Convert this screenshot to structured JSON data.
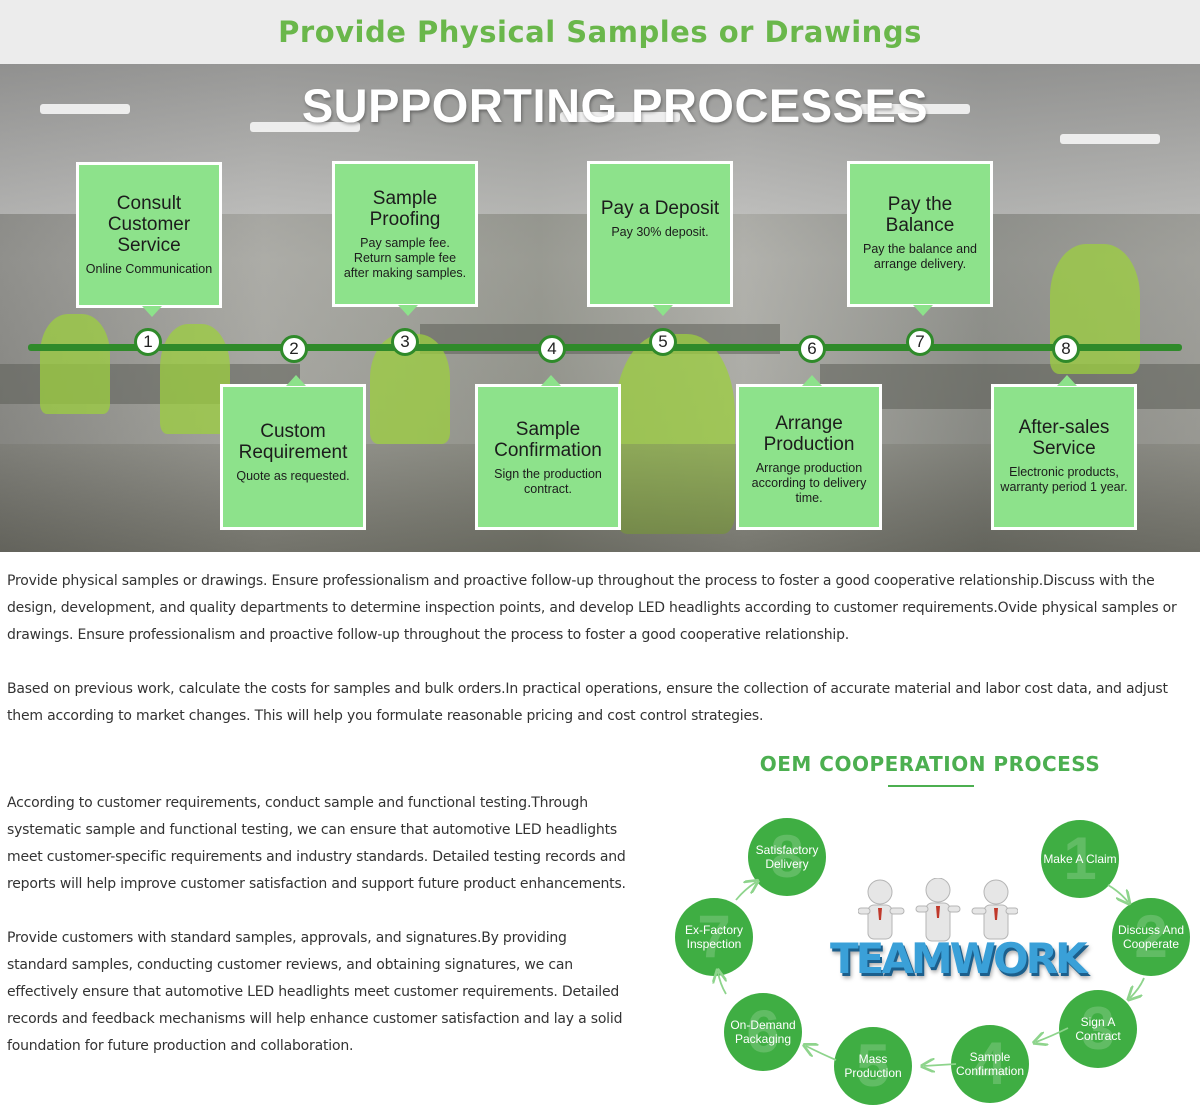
{
  "header": {
    "title": "Provide Physical Samples or Drawings"
  },
  "banner": {
    "heading": "SUPPORTING PROCESSES",
    "steps": [
      {
        "number": "1",
        "title": "Consult Customer Service",
        "desc": "Online Communication"
      },
      {
        "number": "2",
        "title": "Custom Requirement",
        "desc": "Quote as requested."
      },
      {
        "number": "3",
        "title": "Sample Proofing",
        "desc": "Pay sample fee. Return sample fee after making samples."
      },
      {
        "number": "4",
        "title": "Sample Confirmation",
        "desc": "Sign the production contract."
      },
      {
        "number": "5",
        "title": "Pay a Deposit",
        "desc": "Pay 30% deposit."
      },
      {
        "number": "6",
        "title": "Arrange Production",
        "desc": "Arrange production according to delivery time."
      },
      {
        "number": "7",
        "title": "Pay the Balance",
        "desc": "Pay the balance and arrange delivery."
      },
      {
        "number": "8",
        "title": "After-sales Service",
        "desc": "Electronic products, warranty period 1 year."
      }
    ]
  },
  "content": {
    "para1": "Provide physical samples or drawings. Ensure professionalism and proactive follow-up throughout the process to foster a good cooperative relationship.Discuss with the design, development, and quality departments to determine inspection points, and develop LED headlights according to customer requirements.Ovide physical samples or drawings. Ensure professionalism and proactive follow-up throughout the process to foster a good cooperative relationship.",
    "para2": "Based on previous work, calculate the costs for samples and bulk orders.In practical operations, ensure the collection of accurate material and labor cost data, and adjust them according to market changes. This will help you formulate reasonable pricing and cost control strategies.",
    "para3": "According to customer requirements, conduct sample and functional testing.Through systematic sample and functional testing, we can ensure that automotive LED headlights meet customer-specific requirements and industry standards. Detailed testing records and reports will help improve customer satisfaction and support future product enhancements.",
    "para4": "Provide customers with standard samples, approvals, and signatures.By providing standard samples, conducting customer reviews, and obtaining signatures, we can effectively ensure that automotive LED headlights meet customer requirements. Detailed records and feedback mechanisms will help enhance customer satisfaction and lay a solid foundation for future production and collaboration."
  },
  "oem": {
    "title": "OEM COOPERATION PROCESS",
    "center_text": "TEAMWORK",
    "steps": [
      {
        "number": "1",
        "label": "Make A Claim"
      },
      {
        "number": "2",
        "label": "Discuss And Cooperate"
      },
      {
        "number": "3",
        "label": "Sign A Contract"
      },
      {
        "number": "4",
        "label": "Sample Confirmation"
      },
      {
        "number": "5",
        "label": "Mass Production"
      },
      {
        "number": "6",
        "label": "On-Demand Packaging"
      },
      {
        "number": "7",
        "label": "Ex-Factory Inspection"
      },
      {
        "number": "8",
        "label": "Satisfactory Delivery"
      }
    ]
  },
  "colors": {
    "title_green": "#6ab74b",
    "box_green": "#8de28b",
    "line_green": "#2f8a2a",
    "circle_green": "#3fae43",
    "oem_title": "#4caf50"
  },
  "icons": [
    "flow-arrow-icon",
    "teamwork-people-icon"
  ]
}
